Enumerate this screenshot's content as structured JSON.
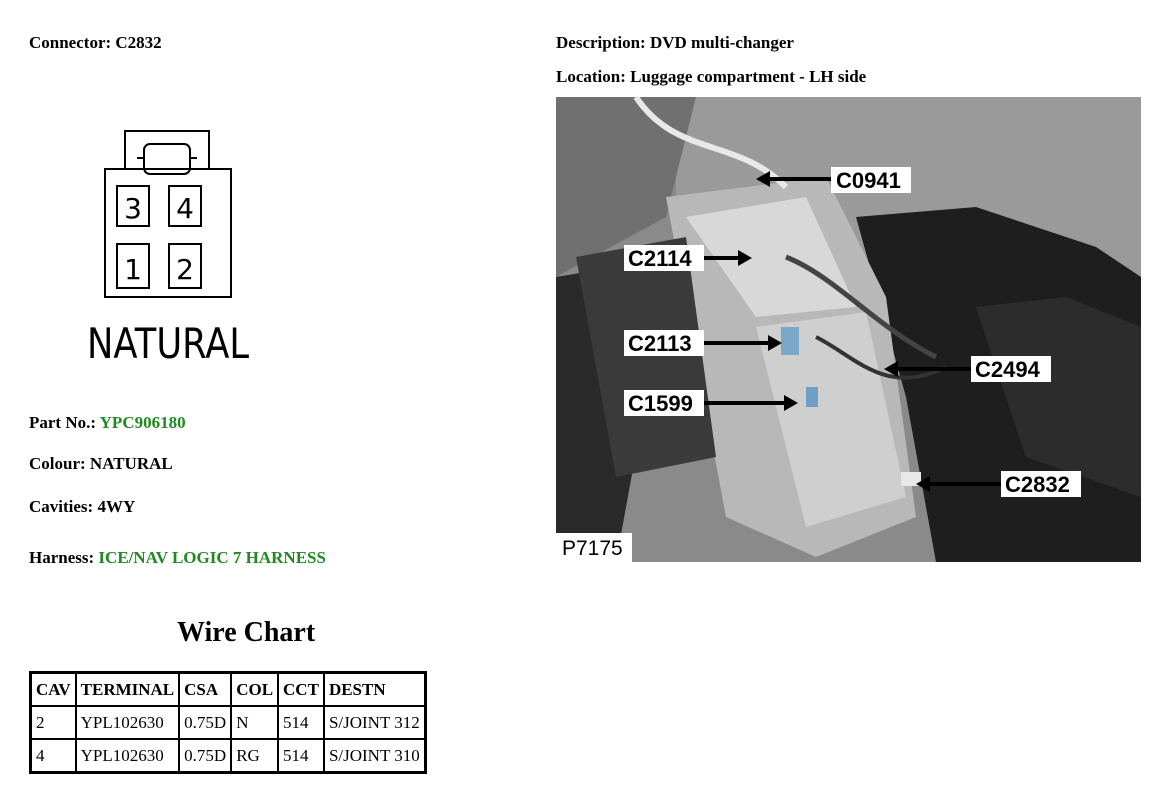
{
  "connector": {
    "label": "Connector:",
    "value": "C2832"
  },
  "description": {
    "label": "Description:",
    "value": "DVD multi-changer"
  },
  "location": {
    "label": "Location:",
    "value": "Luggage compartment - LH side"
  },
  "diagram": {
    "cavities": [
      "3",
      "4",
      "1",
      "2"
    ],
    "colour_text": "NATURAL"
  },
  "photo": {
    "callouts": [
      "C0941",
      "C2114",
      "C2113",
      "C2494",
      "C1599",
      "C2832"
    ],
    "ref": "P7175"
  },
  "part_no": {
    "label": "Part No.:",
    "value": "YPC906180"
  },
  "colour": {
    "label": "Colour:",
    "value": "NATURAL"
  },
  "cavities": {
    "label": "Cavities:",
    "value": "4WY"
  },
  "harness": {
    "label": "Harness:",
    "value": "ICE/NAV LOGIC 7 HARNESS"
  },
  "wire_chart": {
    "title": "Wire Chart",
    "headers": [
      "CAV",
      "TERMINAL",
      "CSA",
      "COL",
      "CCT",
      "DESTN"
    ],
    "rows": [
      [
        "2",
        "YPL102630",
        "0.75D",
        "N",
        "514",
        "S/JOINT 312"
      ],
      [
        "4",
        "YPL102630",
        "0.75D",
        "RG",
        "514",
        "S/JOINT 310"
      ]
    ]
  },
  "colors": {
    "link_green": "#1f8a1f"
  }
}
